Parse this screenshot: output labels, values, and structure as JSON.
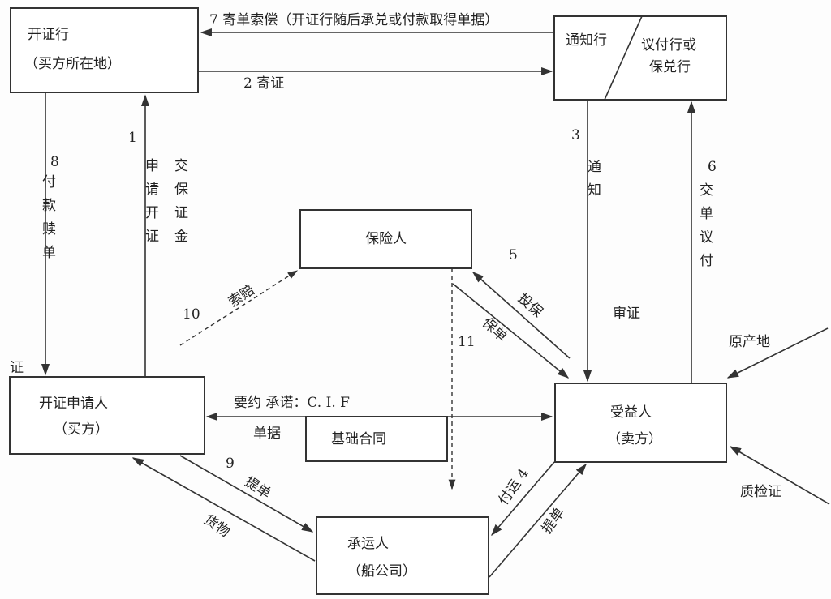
{
  "nodes": {
    "issuing_bank": {
      "line1": "开证行",
      "line2": "（买方所在地）"
    },
    "advising_bank": {
      "left": "通知行",
      "right1": "议付行或",
      "right2": "保兑行"
    },
    "insurer": {
      "label": "保险人"
    },
    "applicant": {
      "line1": "开证申请人",
      "line2": "（买方）"
    },
    "contract": {
      "label": "基础合同"
    },
    "beneficiary": {
      "line1": "受益人",
      "line2": "（卖方）"
    },
    "carrier": {
      "line1": "承运人",
      "line2": "（船公司）"
    }
  },
  "edges": {
    "e7": "7  寄单索偿（开证行随后承兑或付款取得单据）",
    "e2": "2  寄证",
    "e8_num": "8",
    "e8_text": "付款赎单",
    "stray": "证",
    "e1_num": "1",
    "e1_text_a": "申请开证",
    "e1_text_b": "交保证金",
    "e3_num": "3",
    "e3_text": "通知",
    "e3_text2": "审证",
    "e6_num": "6",
    "e6_text": "交单议付",
    "e5_num": "5",
    "e5_text": "投保",
    "policy": "保单",
    "e11_num": "11",
    "e10_num": "10",
    "e10_text": "索赔",
    "offer": "要约  承诺：C. I. F",
    "docs": "单据",
    "e9_num": "9",
    "e9_text": "提单",
    "goods": "货物",
    "ship": "付运  4",
    "bl_right": "提单",
    "origin": "原产地",
    "inspection": "质检证"
  }
}
